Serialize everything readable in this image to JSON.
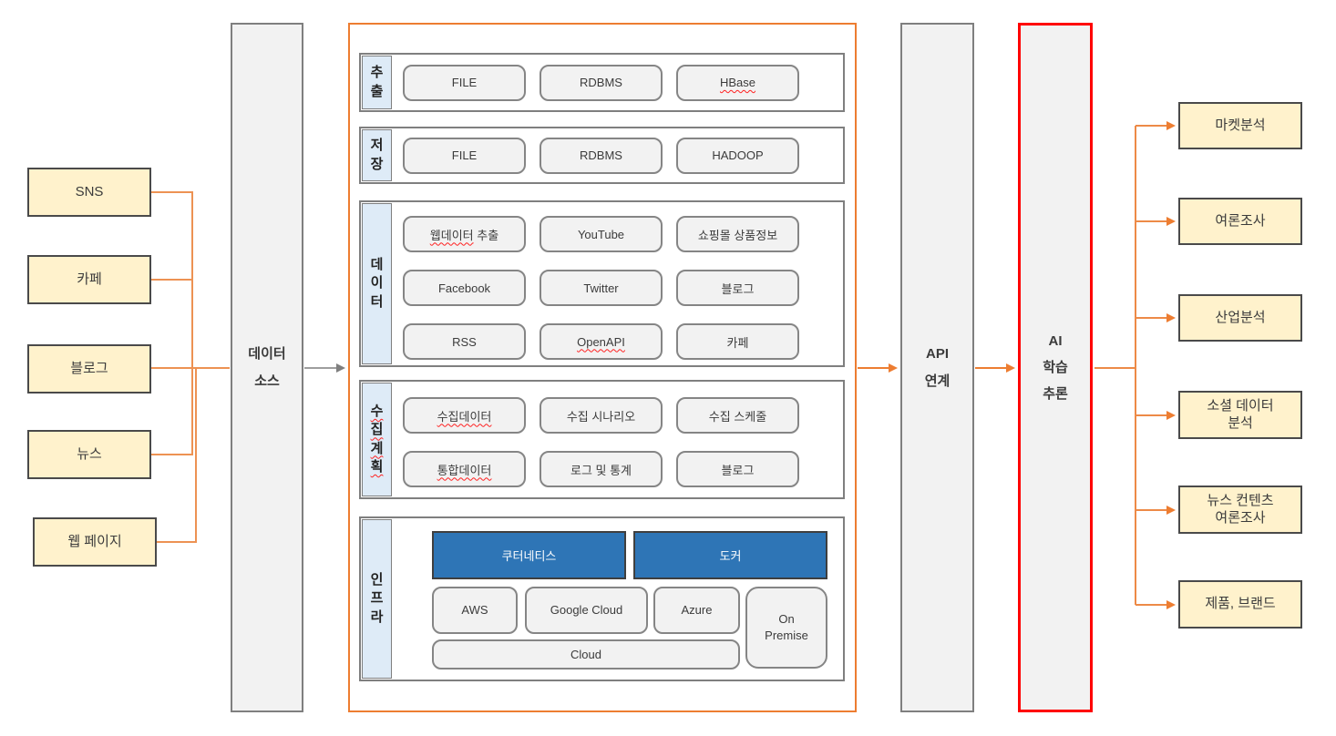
{
  "colors": {
    "accent_orange": "#ED7D31",
    "connector_orange": "#ED9253",
    "highlight_red": "#FF0000",
    "platform_blue": "#2E75B6",
    "source_yellow": "#FFF2CC",
    "row_label_blue": "#DEEBF7",
    "panel_gray": "#F2F2F2",
    "border_gray": "#7F7F7F"
  },
  "sources": [
    "SNS",
    "카페",
    "블로그",
    "뉴스",
    "웹 페이지"
  ],
  "data_source_panel": "데이터\n소스",
  "pipeline": {
    "rows": [
      {
        "label": "추\n출",
        "items": [
          "FILE",
          "RDBMS",
          "HBase"
        ]
      },
      {
        "label": "저\n장",
        "items": [
          "FILE",
          "RDBMS",
          "HADOOP"
        ]
      },
      {
        "label": "데\n이\n터",
        "items": [
          [
            "웹데이터",
            " 추출"
          ],
          "YouTube",
          "쇼핑몰 상품정보",
          "Facebook",
          "Twitter",
          "블로그",
          "RSS",
          "OpenAPI",
          "카페"
        ]
      },
      {
        "label": "수\n집\n계\n획",
        "items": [
          "수집데이터",
          "수집 시나리오",
          "수집 스케줄",
          "통합데이터",
          "로그 및 통계",
          "블로그"
        ]
      },
      {
        "label": "인\n프\n라",
        "platforms": [
          "쿠터네티스",
          "도커"
        ],
        "clouds": [
          "AWS",
          "Google Cloud",
          "Azure"
        ],
        "on_premise": "On\nPremise",
        "cloud_bar": "Cloud"
      }
    ]
  },
  "api_panel": "API\n연계",
  "ai_panel": "AI\n학습\n추론",
  "outputs": [
    "마켓분석",
    "여론조사",
    "산업분석",
    "소셜 데이터\n분석",
    "뉴스 컨텐츠\n여론조사",
    "제품, 브랜드"
  ]
}
